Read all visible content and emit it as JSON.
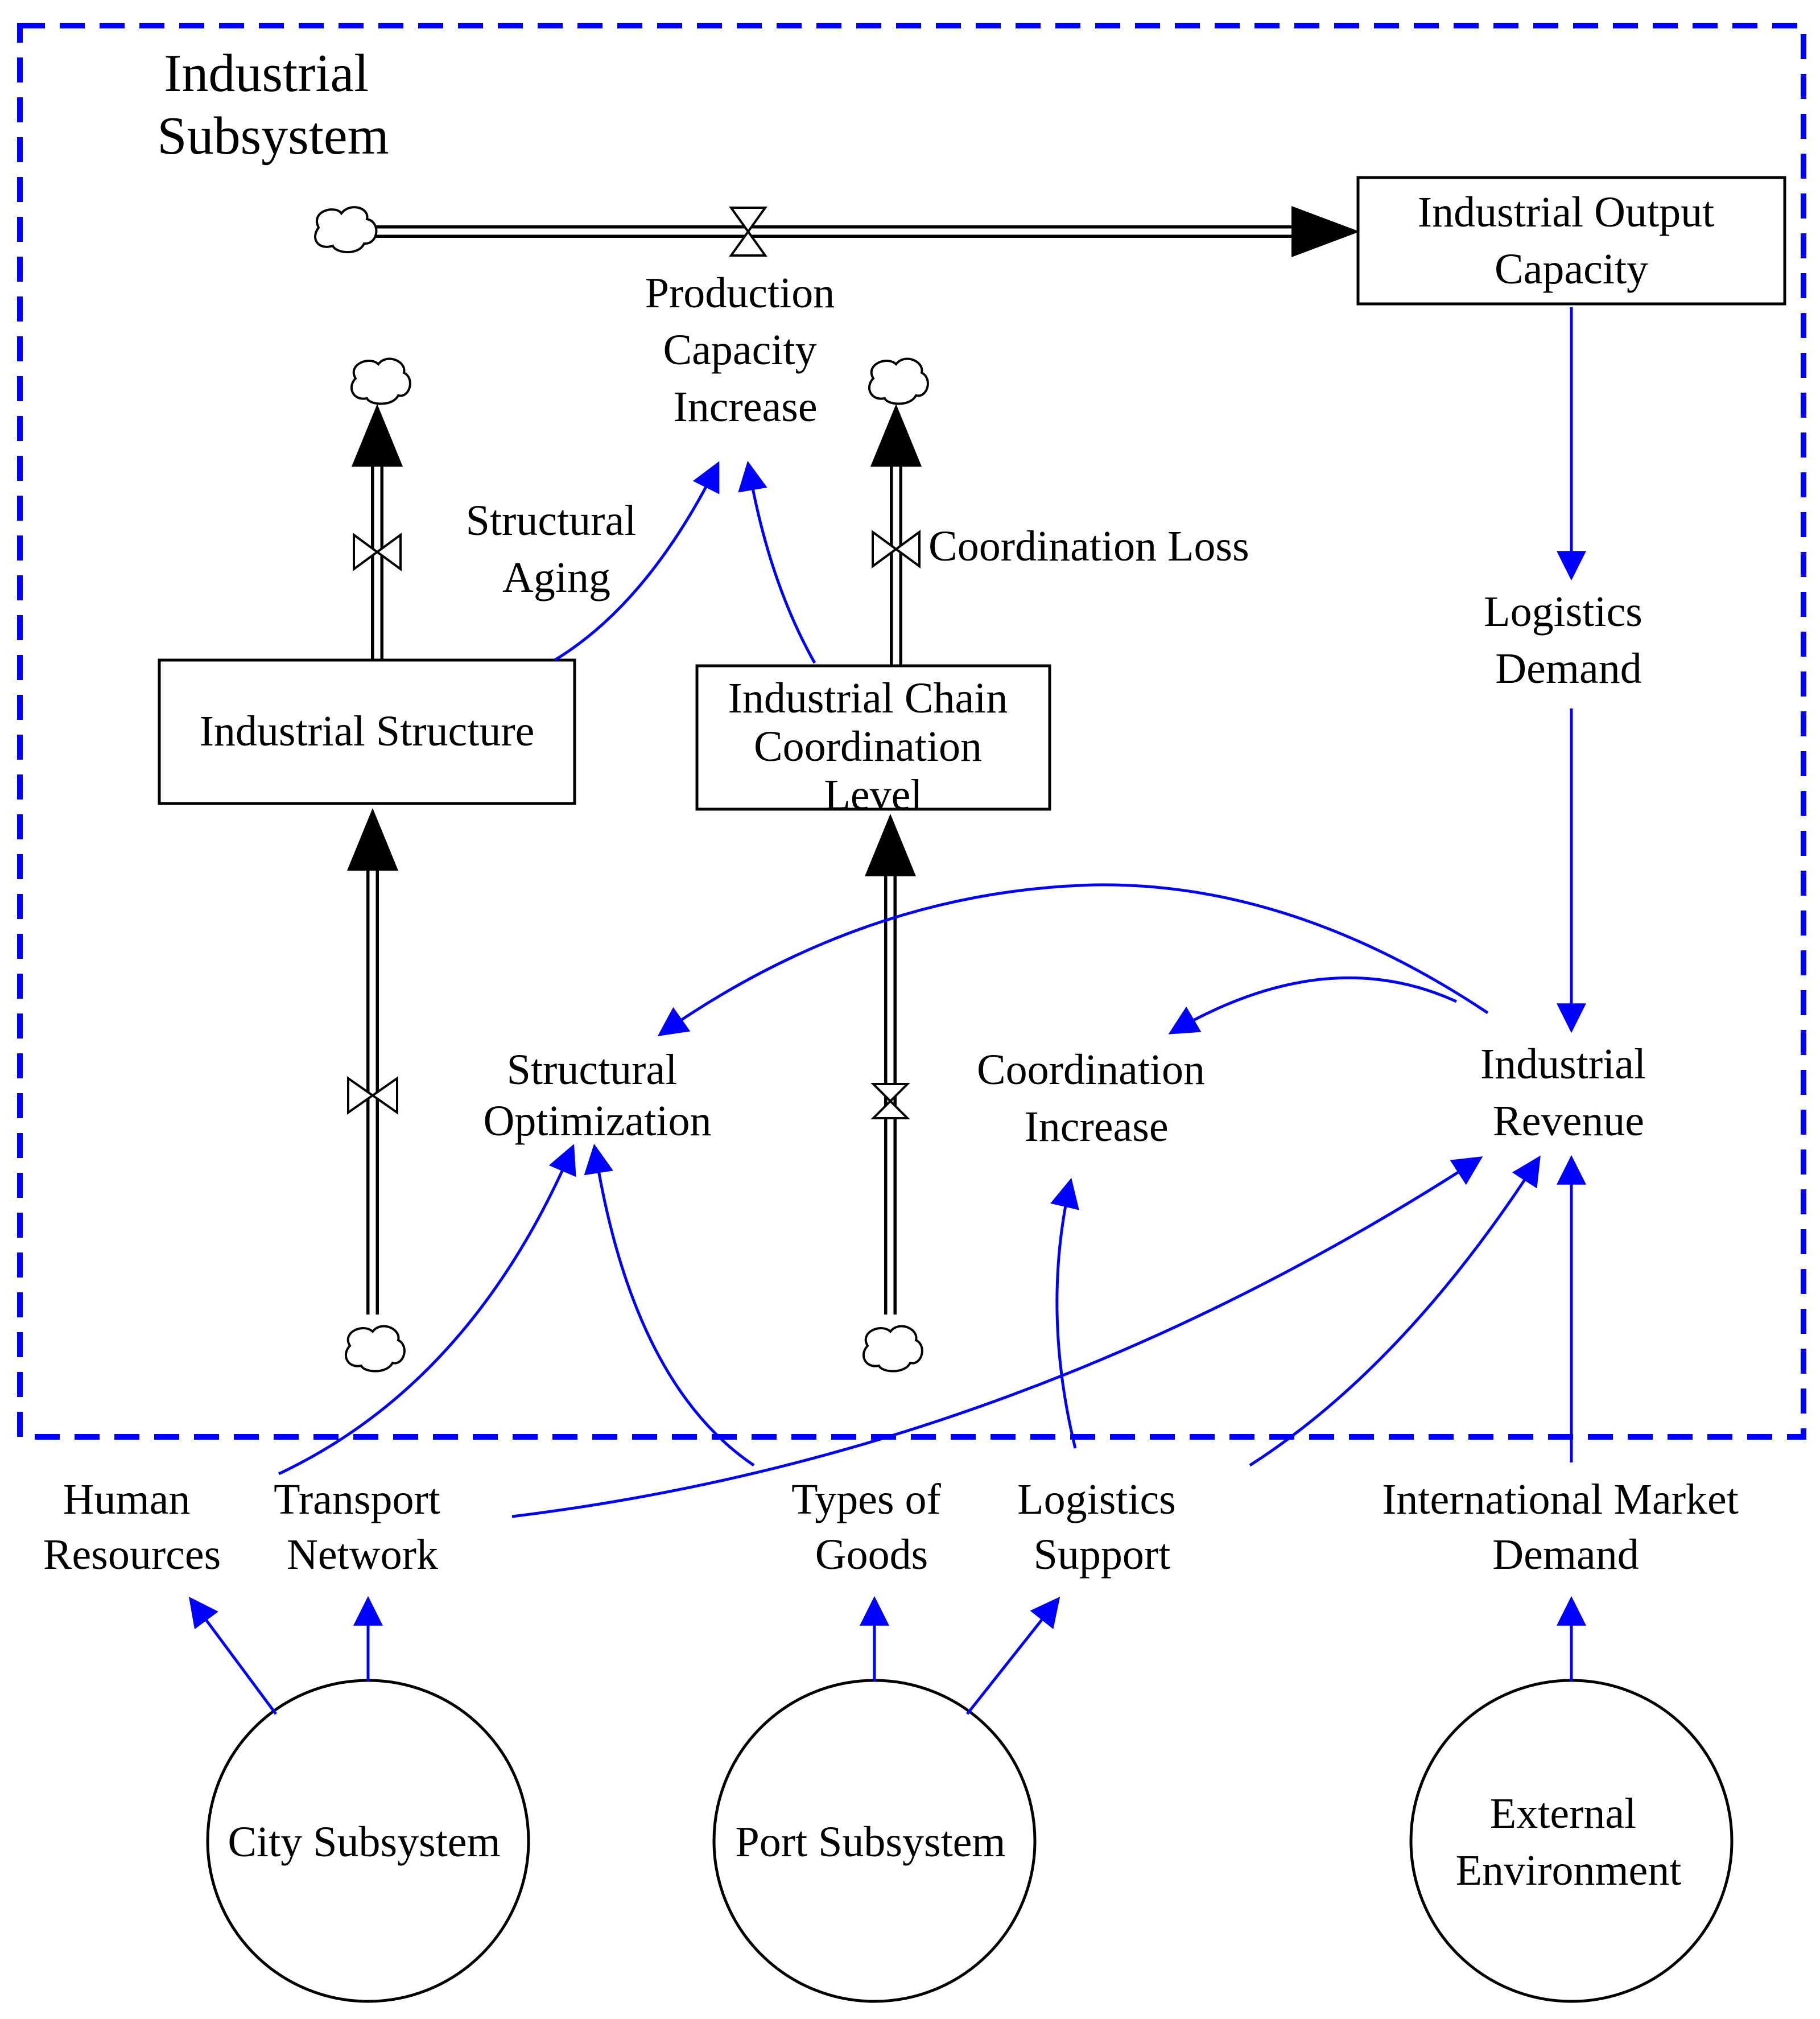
{
  "subsystem": {
    "title_line1": "Industrial",
    "title_line2": "Subsystem"
  },
  "stocks": {
    "industrial_output_capacity": [
      "Industrial Output",
      "Capacity"
    ],
    "industrial_structure": [
      "Industrial Structure"
    ],
    "industrial_chain_coordination_level": [
      "Industrial Chain",
      "Coordination",
      "Level"
    ]
  },
  "flows": {
    "production_capacity_increase": [
      "Production",
      "Capacity",
      "Increase"
    ],
    "structural_aging": [
      "Structural",
      "Aging"
    ],
    "coordination_loss": [
      "Coordination Loss"
    ],
    "structural_optimization": [
      "Structural",
      "Optimization"
    ],
    "coordination_increase": [
      "Coordination",
      "Increase"
    ]
  },
  "variables": {
    "logistics_demand": [
      "Logistics",
      "Demand"
    ],
    "industrial_revenue": [
      "Industrial",
      "Revenue"
    ],
    "human_resources": [
      "Human",
      "Resources"
    ],
    "transport_network": [
      "Transport",
      "Network"
    ],
    "types_of_goods": [
      "Types of",
      "Goods"
    ],
    "logistics_support": [
      "Logistics",
      "Support"
    ],
    "international_market_demand": [
      "International Market",
      "Demand"
    ]
  },
  "external_subsystems": {
    "city_subsystem": [
      "City Subsystem"
    ],
    "port_subsystem": [
      "Port Subsystem"
    ],
    "external_environment": [
      "External",
      "Environment"
    ]
  },
  "colors": {
    "link": "#0000ff",
    "boundary": "#0000ff",
    "stock_border": "#000000",
    "text": "#000000",
    "background": "#ffffff"
  }
}
